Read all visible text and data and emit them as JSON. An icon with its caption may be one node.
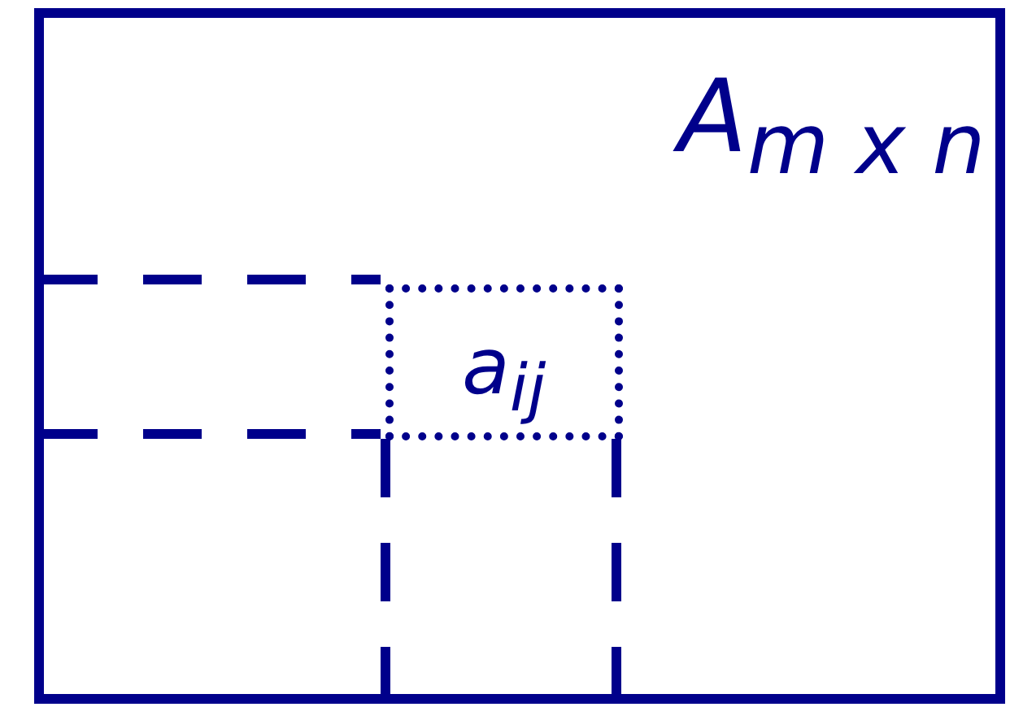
{
  "diagram": {
    "nodes": [
      {
        "text": [
          "A$_{m x n}$"
        ]
      },
      {
        "text": [
          "a$_{ij}$"
        ],
        "in": 0
      }
    ]
  }
}
